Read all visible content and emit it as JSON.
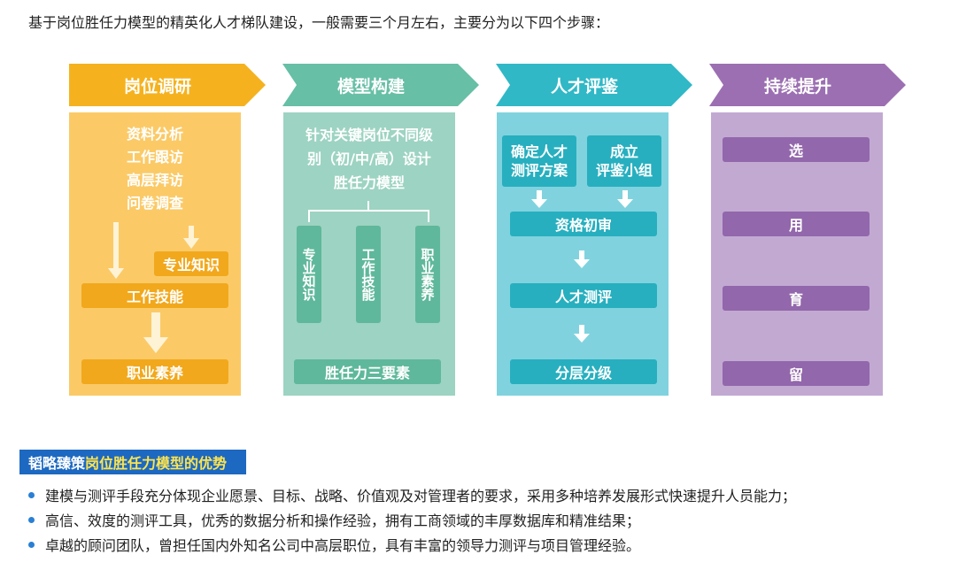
{
  "intro": "基于岗位胜任力模型的精英化人才梯队建设，一般需要三个月左右，主要分为以下四个步骤：",
  "steps": [
    {
      "title": "岗位调研",
      "items": [
        "资料分析",
        "工作跟访",
        "高层拜访",
        "问卷调查"
      ],
      "tag": "专业知识",
      "mid": "工作技能",
      "bottom": "职业素养"
    },
    {
      "title": "模型构建",
      "desc_lines": [
        "针对关键岗位不同级",
        "别（初/中/高）设计",
        "胜任力模型"
      ],
      "branches": [
        "专业知识",
        "工作技能",
        "职业素养"
      ],
      "bottom": "胜任力三要素"
    },
    {
      "title": "人才评鉴",
      "boxes": [
        "确定人才\n测评方案",
        "成立\n评鉴小组"
      ],
      "flow": [
        "资格初审",
        "人才测评",
        "分层分级"
      ]
    },
    {
      "title": "持续提升",
      "items": [
        "选",
        "用",
        "育",
        "留"
      ]
    }
  ],
  "advantages": {
    "title_prefix": "韬略臻策",
    "title_highlight": "岗位胜任力模型的优势",
    "bullets": [
      "建模与测评手段充分体现企业愿景、目标、战略、价值观及对管理者的要求，采用多种培养发展形式快速提升人员能力；",
      "高信、效度的测评工具，优秀的数据分析和操作经验，拥有工商领域的丰厚数据库和精准结果；",
      "卓越的顾问团队，曾担任国内外知名公司中高层职位，具有丰富的领导力测评与项目管理经验。"
    ]
  },
  "colors": {
    "orange": "#f5b21e",
    "green": "#67bfa5",
    "teal": "#30b8c6",
    "purple": "#9c6fb2",
    "blue": "#1d69c1"
  }
}
